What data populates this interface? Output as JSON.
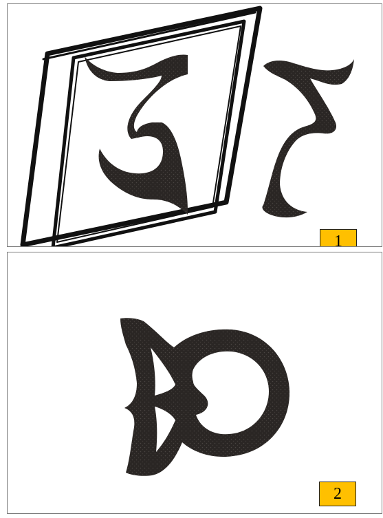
{
  "colors": {
    "glyph_fill": "#2a2624",
    "mirror_frame": "#111111",
    "badge_fill": "#ffc000",
    "panel_border": "#7d7d7d"
  },
  "panels": [
    {
      "number": "1",
      "content": [
        "mirror-frame-icon",
        "reversed-glyph",
        "glyph"
      ]
    },
    {
      "number": "2",
      "content": [
        "combined-glyph"
      ]
    }
  ]
}
